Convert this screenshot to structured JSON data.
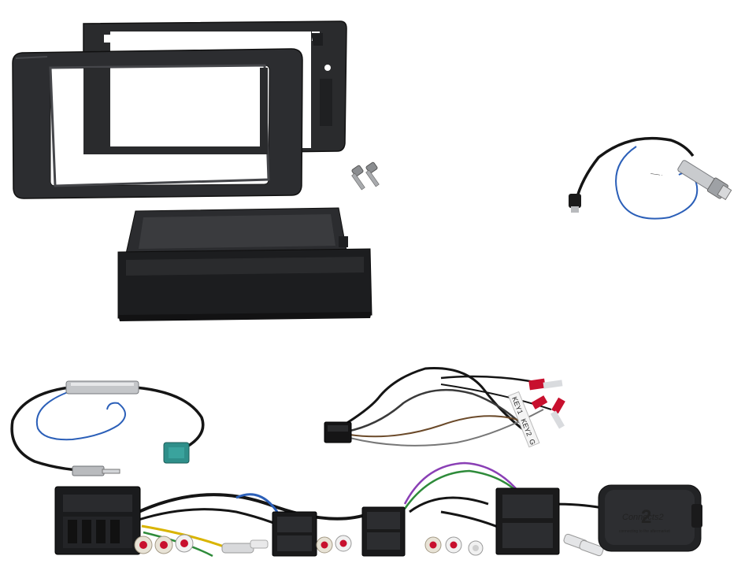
{
  "image": {
    "background": "#ffffff",
    "colors": {
      "plastic": "#2a2b2d",
      "plastic_dark": "#17181a",
      "plastic_light": "#3b3c3f",
      "cable": "#151515",
      "blue_wire": "#2b5fb8",
      "fakra": "#2f8f8a",
      "red": "#c8102e",
      "white_plug": "#e8e8e8",
      "yellow_wire": "#d9b400",
      "green_wire": "#2e8b3a",
      "purple_wire": "#8a3fb5"
    }
  },
  "components": {
    "double_din_fascia_back": {
      "icon": "fascia-frame"
    },
    "double_din_fascia_front": {
      "icon": "fascia-frame"
    },
    "mounting_screws": {
      "icon": "screw"
    },
    "storage_pocket": {
      "icon": "din-pocket"
    },
    "antenna_adapter_top": {
      "icon": "antenna-adapter"
    },
    "antenna_adapter_bottom": {
      "icon": "antenna-adapter"
    },
    "steering_interface_harness": {
      "icon": "wire-harness",
      "tag_labels": [
        "KEY1",
        "KEY2",
        "G"
      ]
    },
    "iso_harness": {
      "icon": "iso-connector-harness"
    },
    "interface_box": {
      "icon": "interface-module",
      "logo_text": "Connects2",
      "tagline": "connecting to the aftermarket"
    }
  }
}
